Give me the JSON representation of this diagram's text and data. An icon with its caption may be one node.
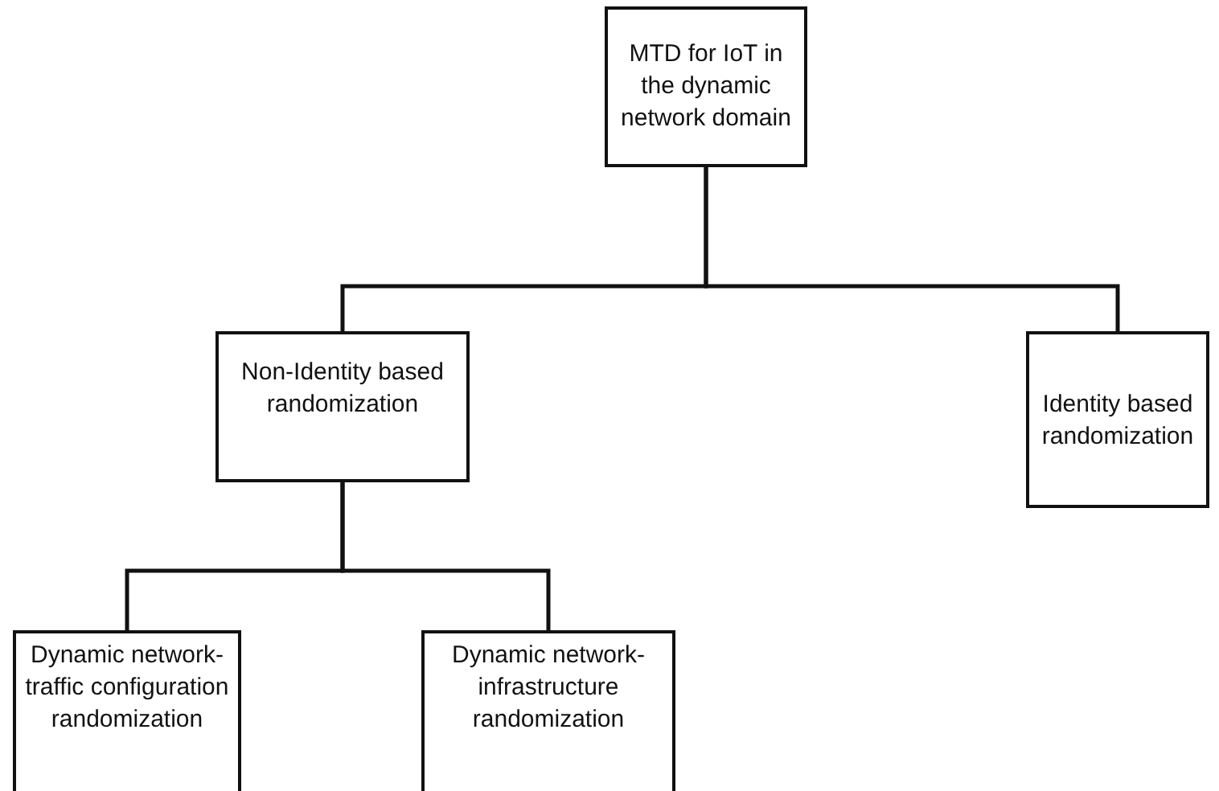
{
  "diagram": {
    "nodes": [
      {
        "text": [
          "MTD for IoT in the dynamic network domain"
        ]
      },
      {
        "text": [
          "Non-Identity based randomization"
        ]
      },
      {
        "text": [
          "Identity based randomization"
        ]
      },
      {
        "text": [
          "Dynamic network-traffic configuration randomization"
        ]
      },
      {
        "text": [
          "Dynamic network-infrastructure randomization"
        ]
      }
    ],
    "edges": [
      {
        "from": 0,
        "to": 1,
        "arrow": "none"
      },
      {
        "from": 0,
        "to": 2,
        "arrow": "none"
      },
      {
        "from": 1,
        "to": 3,
        "arrow": "none"
      },
      {
        "from": 1,
        "to": 4,
        "arrow": "none"
      }
    ]
  }
}
